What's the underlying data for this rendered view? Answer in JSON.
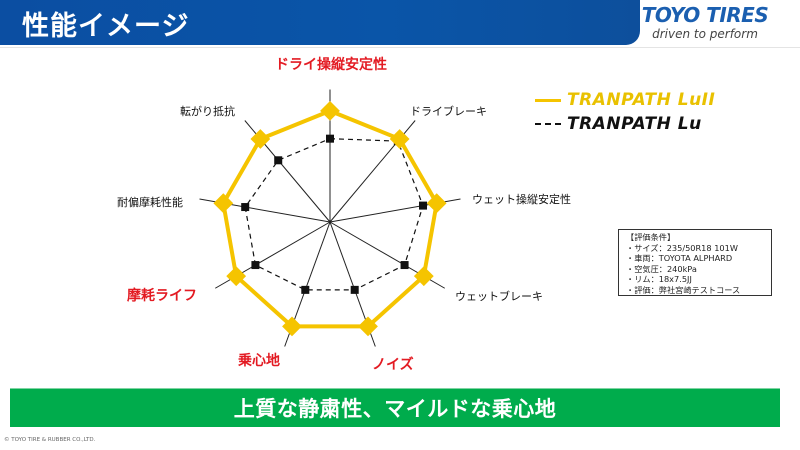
{
  "header": {
    "title": "性能イメージ",
    "logo": {
      "brand": "TOYO TIRES",
      "tagline": "driven to perform",
      "brand_color": "#1b5fb0"
    },
    "bar_color": "#0b4ea2"
  },
  "legend": {
    "items": [
      {
        "name": "TRANPATH LuII",
        "style": "solid",
        "color": "#f5c400"
      },
      {
        "name": "TRANPATH Lu",
        "style": "dashed",
        "color": "#111111"
      }
    ]
  },
  "conditions": {
    "title": "【評価条件】",
    "lines": [
      "・サイズ：235/50R18 101W",
      "・車両：TOYOTA  ALPHARD",
      "・空気圧：240kPa",
      "・リム：18x7.5JJ",
      "・評価：弊社宮崎テストコース"
    ]
  },
  "banner": {
    "text": "上質な静粛性、マイルドな乗心地",
    "color": "#00ac4c"
  },
  "footer": {
    "copyright": "© TOYO TIRE & RUBBER CO.,LTD."
  },
  "chart_data": {
    "type": "radar",
    "title": "性能イメージ",
    "categories": [
      "ドライ操縦安定性",
      "ドライブレーキ",
      "ウェット操縦安定性",
      "ウェットブレーキ",
      "ノイズ",
      "乗心地",
      "摩耗ライフ",
      "耐偏摩耗性能",
      "転がり抵抗"
    ],
    "highlighted_categories": [
      "ドライ操縦安定性",
      "ノイズ",
      "乗心地",
      "摩耗ライフ"
    ],
    "series": [
      {
        "name": "TRANPATH LuII",
        "style": "solid",
        "color": "#f5c400",
        "values": [
          4.0,
          3.9,
          3.9,
          3.9,
          4.0,
          4.0,
          3.9,
          3.9,
          3.9
        ]
      },
      {
        "name": "TRANPATH Lu",
        "style": "dashed",
        "color": "#111111",
        "values": [
          3.0,
          3.8,
          3.4,
          3.1,
          2.6,
          2.6,
          3.1,
          3.1,
          2.9
        ]
      }
    ],
    "rlim": [
      0,
      4.5
    ],
    "grid": false,
    "legend_position": "right"
  }
}
